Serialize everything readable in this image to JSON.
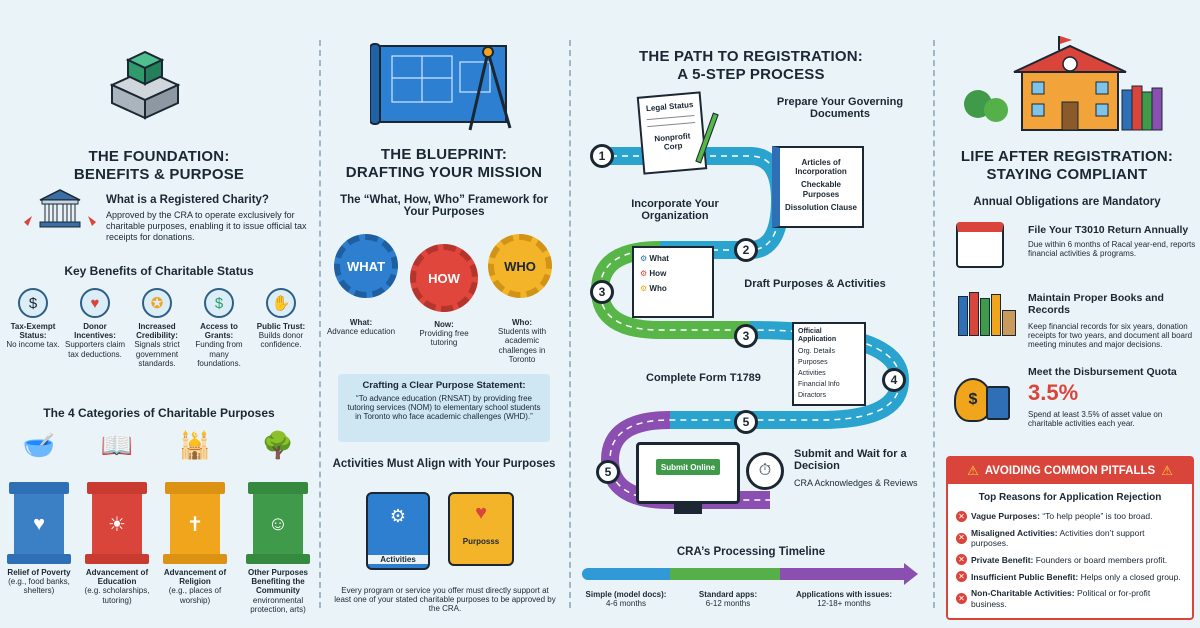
{
  "col1": {
    "title1": "THE FOUNDATION:",
    "title2": "BENEFITS & PURPOSE",
    "what_title": "What is a Registered Charity?",
    "what_desc": "Approved by the CRA to operate exclusively for charitable purposes, enabling it to issue official tax receipts for donations.",
    "benefits_title": "Key Benefits of Charitable Status",
    "benefits": [
      {
        "head": "Tax-Exempt Status:",
        "desc": "No income tax."
      },
      {
        "head": "Donor Incentives:",
        "desc": "Supporters claim tax deductions."
      },
      {
        "head": "Increased Credibility:",
        "desc": "Signals strict government standards."
      },
      {
        "head": "Access to Grants:",
        "desc": "Funding from many foundations."
      },
      {
        "head": "Public Trust:",
        "desc": "Builds donor confidence."
      }
    ],
    "categories_title": "The 4 Categories of Charitable Purposes",
    "categories": [
      {
        "head": "Relief of Poverty",
        "desc": "(e.g., food banks, shelters)",
        "color": "#2f6fb5"
      },
      {
        "head": "Advancement of Education",
        "desc": "(e.g. scholarships, tutoring)",
        "color": "#d9453a"
      },
      {
        "head": "Advancement of Religion",
        "desc": "(e.g., places of worship)",
        "color": "#f0a51c"
      },
      {
        "head": "Other Purposes Benefiting the Community",
        "desc": "environmental protection, arts)",
        "color": "#3f9a4a"
      }
    ]
  },
  "col2": {
    "title1": "THE BLUEPRINT:",
    "title2": "DRAFTING YOUR MISSION",
    "framework_title": "The “What, How, Who” Framework for Your Purposes",
    "gears": [
      {
        "label": "WHAT",
        "head": "What:",
        "desc": "Advance education"
      },
      {
        "label": "HOW",
        "head": "Now:",
        "desc": "Providing free tutoring"
      },
      {
        "label": "WHO",
        "head": "Who:",
        "desc": "Students with academic challenges in Toronto"
      }
    ],
    "statement_title": "Crafting a Clear Purpose Statement:",
    "statement_text": "“To advance education (RNSAT) by providing free tutoring services (NOM) to elementary school students in Toronto who face academic challenges (WHD).”",
    "align_title": "Activities Must Align with Your Purposes",
    "puzzle_left": "Activities",
    "puzzle_right": "Purposss",
    "align_desc": "Every program or service you offer must directly support at least one of your stated charitable purposes to be approved by the CRA."
  },
  "col3": {
    "title1": "THE PATH TO REGISTRATION:",
    "title2": "A 5-STEP PROCESS",
    "doc_lines": [
      "Legal Status",
      "Nonprofit Corp"
    ],
    "step_prepare": "Prepare Your Governing Documents",
    "book_lines": [
      "Articles of Incorporation",
      "Checkable Purposes",
      "Dissolution Clause"
    ],
    "step_incorporate": "Incorporate Your Organization",
    "notepad_lines": [
      "What",
      "How",
      "Who"
    ],
    "step_draft": "Draft Purposes & Activities",
    "form_lines": [
      "Official Application",
      "Org. Details",
      "Purposes",
      "Activities",
      "Financial Info",
      "Diractors"
    ],
    "step_complete": "Complete Form T1789",
    "submit_button": "Submit Online",
    "step_submit": "Submit and Wait for a Decision",
    "step_submit_sub": "CRA Acknowledges & Reviews",
    "step_numbers": [
      "1",
      "2",
      "3",
      "3",
      "4",
      "5",
      "5"
    ],
    "timeline_title": "CRA’s Processing Timeline",
    "timeline": [
      {
        "head": "Simple (model docs):",
        "desc": "4-6 months",
        "color": "#2f9ad6"
      },
      {
        "head": "Standard apps:",
        "desc": "6-12 months",
        "color": "#55b04a"
      },
      {
        "head": "Applications with issues:",
        "desc": "12-18+ months",
        "color": "#8a4fb0"
      }
    ]
  },
  "col4": {
    "title1": "LIFE AFTER REGISTRATION:",
    "title2": "STAYING COMPLIANT",
    "annual_title": "Annual Obligations are Mandatory",
    "items": [
      {
        "head": "File Your T3010 Return Annually",
        "desc": "Due within 6 months of Racal year-end, reports financial activities & programs."
      },
      {
        "head": "Maintain Proper Books and Records",
        "desc": "Keep financial records for six years, donation receipts for two years, and document all board meeting minutes and major decisions."
      },
      {
        "head": "Meet the Disbursement Quota",
        "desc": "Spend at least 3.5% of asset value on charitable activities each year."
      }
    ],
    "quota_value": "3.5%",
    "pitfalls_title": "AVOIDING COMMON PITFALLS",
    "rejection_title": "Top Reasons for Application Rejection",
    "pitfalls": [
      {
        "head": "Vague Purposes:",
        "desc": "“To help people” is too broad."
      },
      {
        "head": "Misaligned Activities:",
        "desc": "Activities don’t support purposes."
      },
      {
        "head": "Private Benefit:",
        "desc": "Founders or board members profit."
      },
      {
        "head": "Insufficient Public Benefit:",
        "desc": "Helps only a closed group."
      },
      {
        "head": "Non-Charitable Activities:",
        "desc": "Political or for-profit business."
      }
    ]
  }
}
